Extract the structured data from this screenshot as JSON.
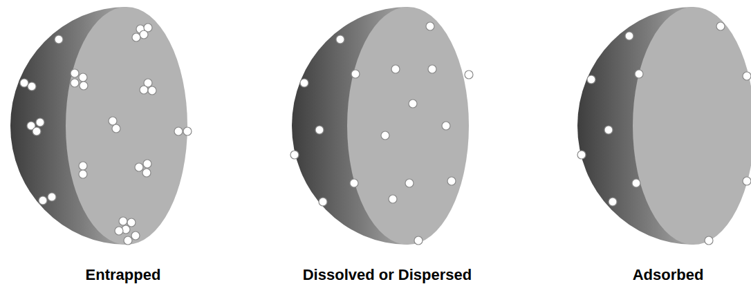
{
  "diagram": {
    "labels": [
      "Entrapped",
      "Dissolved or Dispersed",
      "Adsorbed"
    ]
  }
}
